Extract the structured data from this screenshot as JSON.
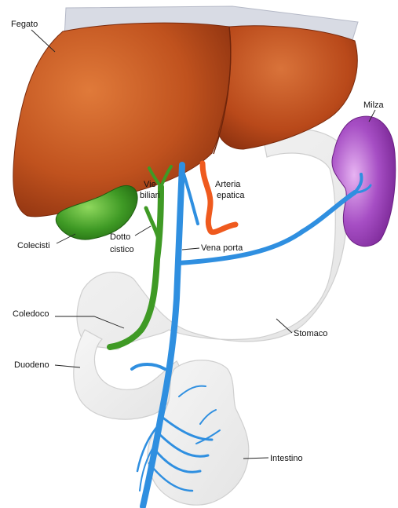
{
  "labels": {
    "fegato": "Fegato",
    "milza": "Milza",
    "vie_biliari_1": "Vie",
    "vie_biliari_2": "biliari",
    "arteria_1": "Arteria",
    "arteria_2": "epatica",
    "colecisti": "Colecisti",
    "dotto_1": "Dotto",
    "dotto_2": "cistico",
    "vena_porta": "Vena porta",
    "coledoco": "Coledoco",
    "stomaco": "Stomaco",
    "duodeno": "Duodeno",
    "intestino": "Intestino"
  },
  "colors": {
    "liver": "#c0521e",
    "liver_dark": "#8f3310",
    "gallbladder": "#3f9a25",
    "spleen": "#9a3fb5",
    "vein": "#2f8fe0",
    "artery": "#ef5a1e",
    "organ_pale": "#eeeeee"
  }
}
